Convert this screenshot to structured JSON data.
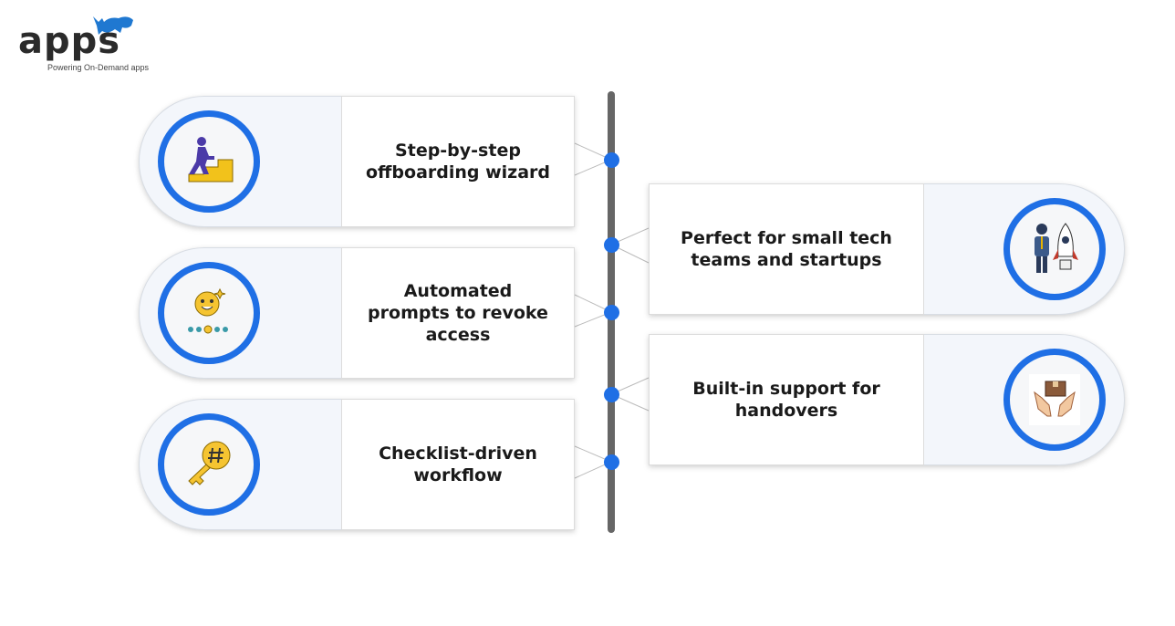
{
  "logo": {
    "word": "apps",
    "tagline": "Powering On-Demand apps"
  },
  "colors": {
    "accent": "#1f6fe5",
    "timeline": "#666666",
    "pill": "#f3f6fb"
  },
  "features": [
    {
      "label": "Step-by-step offboarding wizard",
      "icon": "stairs-climber-icon",
      "side": "left"
    },
    {
      "label": "Perfect for small tech teams and startups",
      "icon": "businessman-rocket-icon",
      "side": "right"
    },
    {
      "label": "Automated prompts to revoke access",
      "icon": "smiley-prompt-icon",
      "side": "left"
    },
    {
      "label": "Built-in support for handovers",
      "icon": "hands-handover-icon",
      "side": "right"
    },
    {
      "label": "Checklist-driven workflow",
      "icon": "key-hash-icon",
      "side": "left"
    }
  ]
}
